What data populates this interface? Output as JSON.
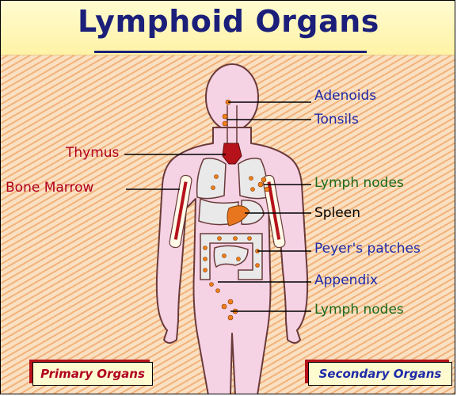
{
  "title": "Lymphoid Organs",
  "labels": {
    "adenoids": "Adenoids",
    "tonsils": "Tonsils",
    "thymus": "Thymus",
    "bone_marrow": "Bone Marrow",
    "lymph_nodes_upper": "Lymph nodes",
    "spleen": "Spleen",
    "peyers_patches": "Peyer's patches",
    "appendix": "Appendix",
    "lymph_nodes_lower": "Lymph nodes"
  },
  "legend": {
    "primary": "Primary Organs",
    "secondary": "Secondary Organs"
  },
  "colors": {
    "primary_label": "#b00020",
    "secondary_label": "#1f2aa8",
    "lymph_node_label": "#1c6a1c",
    "title": "#1b1f7a",
    "body_fill": "#f5d2e4",
    "organ_fill": "#e9e9e9"
  }
}
